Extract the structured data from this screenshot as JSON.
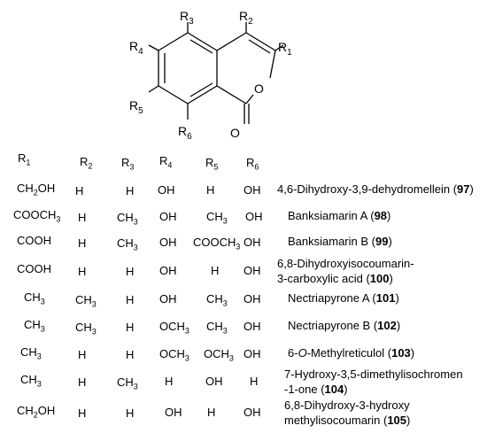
{
  "structure": {
    "atoms": {
      "r1": "R1",
      "r2": "R2",
      "r3": "R3",
      "r4": "R4",
      "r5": "R5",
      "r6": "R6",
      "ring_o": "O",
      "carbonyl_o": "O"
    }
  },
  "table": {
    "headers": [
      "R1",
      "R2",
      "R3",
      "R4",
      "R5",
      "R6"
    ],
    "rows": [
      {
        "r1": "CH2OH",
        "r2": "H",
        "r3": "H",
        "r4": "OH",
        "r5": "H",
        "r6": "OH",
        "name": "4,6-Dihydroxy-3,9-dehydromellein",
        "number": "97"
      },
      {
        "r1": "COOCH3",
        "r2": "H",
        "r3": "CH3",
        "r4": "OH",
        "r5": "CH3",
        "r6": "OH",
        "name": "Banksiamarin A",
        "number": "98"
      },
      {
        "r1": "COOH",
        "r2": "H",
        "r3": "CH3",
        "r4": "OH",
        "r5": "COOCH3",
        "r6": "OH",
        "name": "Banksiamarin B",
        "number": "99"
      },
      {
        "r1": "COOH",
        "r2": "H",
        "r3": "H",
        "r4": "OH",
        "r5": "H",
        "r6": "OH",
        "name": "6,8-Dihydroxyisocoumarin-",
        "name2": "3-carboxylic acid",
        "number": "100"
      },
      {
        "r1": "CH3",
        "r2": "CH3",
        "r3": "H",
        "r4": "OH",
        "r5": "CH3",
        "r6": "OH",
        "name": "Nectriapyrone A",
        "number": "101"
      },
      {
        "r1": "CH3",
        "r2": "CH3",
        "r3": "H",
        "r4": "OCH3",
        "r5": "CH3",
        "r6": "OH",
        "name": "Nectriapyrone B",
        "number": "102"
      },
      {
        "r1": "CH3",
        "r2": "H",
        "r3": "H",
        "r4": "OCH3",
        "r5": "OCH3",
        "r6": "OH",
        "name": "6-O-Methylreticulol",
        "number": "103"
      },
      {
        "r1": "CH3",
        "r2": "H",
        "r3": "CH3",
        "r4": "H",
        "r5": "OH",
        "r6": "H",
        "name": "7-Hydroxy-3,5-dimethylisochromen",
        "name2": "-1-one",
        "number": "104"
      },
      {
        "r1": "CH2OH",
        "r2": "H",
        "r3": "H",
        "r4": "OH",
        "r5": "H",
        "r6": "OH",
        "name": "6,8-Dihydroxy-3-hydroxy",
        "name2": "methylisocoumarin",
        "number": "105"
      }
    ]
  }
}
